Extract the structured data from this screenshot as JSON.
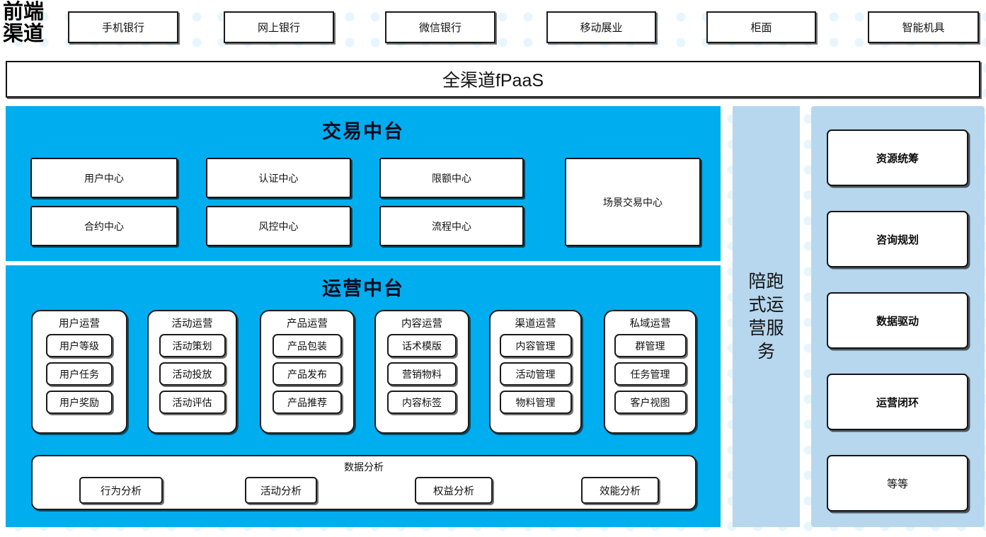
{
  "colors": {
    "platform_blue": "#00ADEF",
    "service_blue": "#B6D7EE",
    "dot_blue": "#E7F6FE",
    "card_white": "#FFFFFF",
    "border_black": "#1A1A1A"
  },
  "frontend": {
    "label": "前端渠道",
    "channels": [
      {
        "label": "手机银行"
      },
      {
        "label": "网上银行"
      },
      {
        "label": "微信银行"
      },
      {
        "label": "移动展业"
      },
      {
        "label": "柜面"
      },
      {
        "label": "智能机具"
      }
    ]
  },
  "omni_bar": {
    "label": "全渠道fPaaS"
  },
  "transaction_center": {
    "title": "交易中台",
    "cards": [
      {
        "label": "用户中心"
      },
      {
        "label": "认证中心"
      },
      {
        "label": "限额中心"
      },
      {
        "label": "合约中心"
      },
      {
        "label": "风控中心"
      },
      {
        "label": "流程中心"
      },
      {
        "label": "场景交易中心"
      }
    ]
  },
  "operation_center": {
    "title": "运营中台",
    "columns": [
      {
        "title": "用户运营",
        "items": [
          "用户等级",
          "用户任务",
          "用户奖励"
        ]
      },
      {
        "title": "活动运营",
        "items": [
          "活动策划",
          "活动投放",
          "活动评估"
        ]
      },
      {
        "title": "产品运营",
        "items": [
          "产品包装",
          "产品发布",
          "产品推荐"
        ]
      },
      {
        "title": "内容运营",
        "items": [
          "话术模版",
          "营销物料",
          "内容标签"
        ]
      },
      {
        "title": "渠道运营",
        "items": [
          "内容管理",
          "活动管理",
          "物料管理"
        ]
      },
      {
        "title": "私域运营",
        "items": [
          "群管理",
          "任务管理",
          "客户视图"
        ]
      }
    ],
    "data_analysis": {
      "title": "数据分析",
      "cards": [
        "行为分析",
        "活动分析",
        "权益分析",
        "效能分析"
      ]
    }
  },
  "service_column": {
    "label": "陪跑式运营服务"
  },
  "right_sidebar": {
    "cards": [
      {
        "label": "资源统筹",
        "bold": true
      },
      {
        "label": "咨询规划",
        "bold": true
      },
      {
        "label": "数据驱动",
        "bold": true
      },
      {
        "label": "运营闭环",
        "bold": true
      },
      {
        "label": "等等",
        "bold": false
      }
    ]
  }
}
